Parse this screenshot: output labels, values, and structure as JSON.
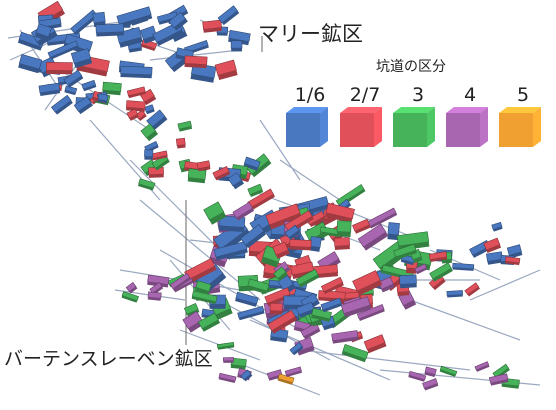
{
  "labels": {
    "mari": "マリー鉱区",
    "vb": "バーテンスレーベン鉱区"
  },
  "legend": {
    "title": "坑道の区分",
    "items": [
      {
        "label": "1/6",
        "color": "#4a78c0"
      },
      {
        "label": "2/7",
        "color": "#e0505a"
      },
      {
        "label": "3",
        "color": "#46b35a"
      },
      {
        "label": "4",
        "color": "#a866b0"
      },
      {
        "label": "5",
        "color": "#f0a030"
      }
    ]
  },
  "colors": {
    "blue": "#4a78c0",
    "red": "#e0505a",
    "green": "#46b35a",
    "purple": "#a866b0",
    "orange": "#f0a030",
    "tunnel": "#9aa8c0"
  }
}
